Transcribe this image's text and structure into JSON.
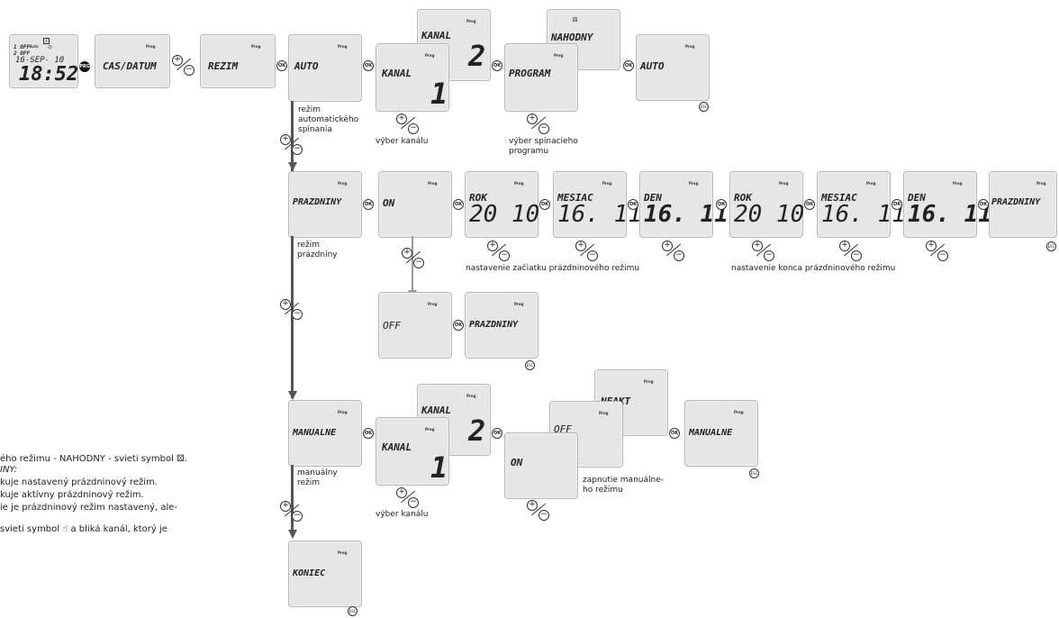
{
  "screens": {
    "clock": {
      "line1": "1 OFF",
      "auto": "Auto",
      "line2": "2 OFF",
      "date": "16-SEP- 10",
      "time": "18:52"
    },
    "cas": "CAS/DATUM",
    "rezim": "REZIM",
    "auto": "AUTO",
    "kanal": "KANAL",
    "kanal1": "1",
    "kanal2": "2",
    "nahodny": "NAHODNY",
    "program": "PROGRAM",
    "auto_end": "AUTO",
    "prazdniny": "PRAZDNINY",
    "on": "ON",
    "rok": "ROK",
    "rok_val": "20 10",
    "mesiac": "MESIAC",
    "mesiac_val": "16. 11",
    "den": "DEN",
    "den_val": "16. 11",
    "off": "OFF",
    "manualne": "MANUALNE",
    "neakt": "NEAKT",
    "off_partial": "OFF",
    "koniec": "KONIEC",
    "prog": "Prog"
  },
  "buttons": {
    "prg": "PRG",
    "ok": "OK",
    "esc": "ESC",
    "plus": "+",
    "minus": "−"
  },
  "captions": {
    "auto_mode": "režim\nautomatického\nspínania",
    "vyber_kanalu": "výber kanálu",
    "vyber_programu": "výber spínacieho\nprogramu",
    "prazdniny_mode": "režim\nprázdniny",
    "start": "nastavenie začiatku prázdninového režimu",
    "end": "nastavenie konca prázdninového režimu",
    "manual_mode": "manuálny\nrežim",
    "vyber_kanalu2": "výber kanálu",
    "zapnutie": "zapnutie manuálne-\nho režimu"
  },
  "side_notes": [
    "ého režimu - NAHODNY - svieti symbol ⚄.",
    "INY:",
    "kuje nastavený prázdninový režim.",
    "kuje aktívny prázdninový režim.",
    "ie je prázdninový režim nastavený, ale-",
    "svieti symbol ☝ a bliká kanál, ktorý je"
  ]
}
